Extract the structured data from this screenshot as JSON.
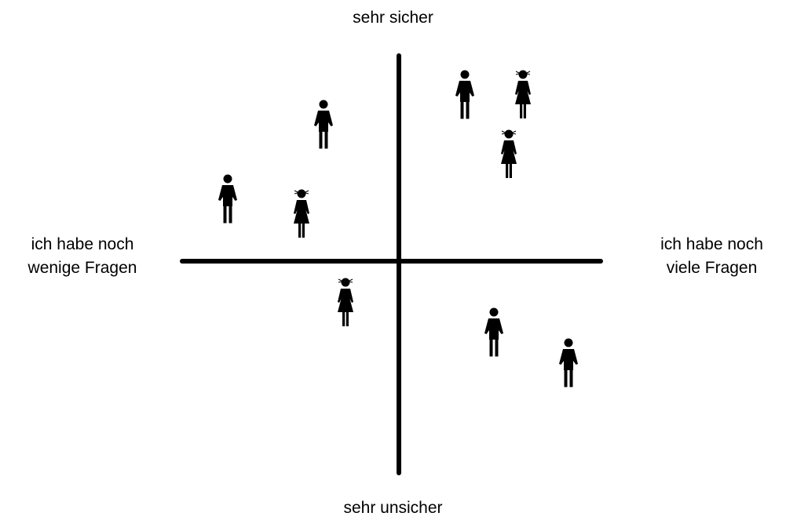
{
  "axes": {
    "top_label": "sehr sicher",
    "bottom_label": "sehr unsicher",
    "left_label": [
      "ich habe noch",
      "wenige Fragen"
    ],
    "right_label": [
      "ich habe noch",
      "viele Fragen"
    ]
  },
  "colors": {
    "ink": "#000000",
    "background": "#ffffff"
  },
  "figures": [
    {
      "type": "male-figure-icon"
    },
    {
      "type": "female-figure-icon"
    },
    {
      "type": "male-figure-icon"
    },
    {
      "type": "female-figure-icon"
    },
    {
      "type": "male-figure-icon"
    },
    {
      "type": "female-figure-icon"
    },
    {
      "type": "female-figure-icon"
    },
    {
      "type": "male-figure-icon"
    },
    {
      "type": "male-figure-icon"
    }
  ]
}
